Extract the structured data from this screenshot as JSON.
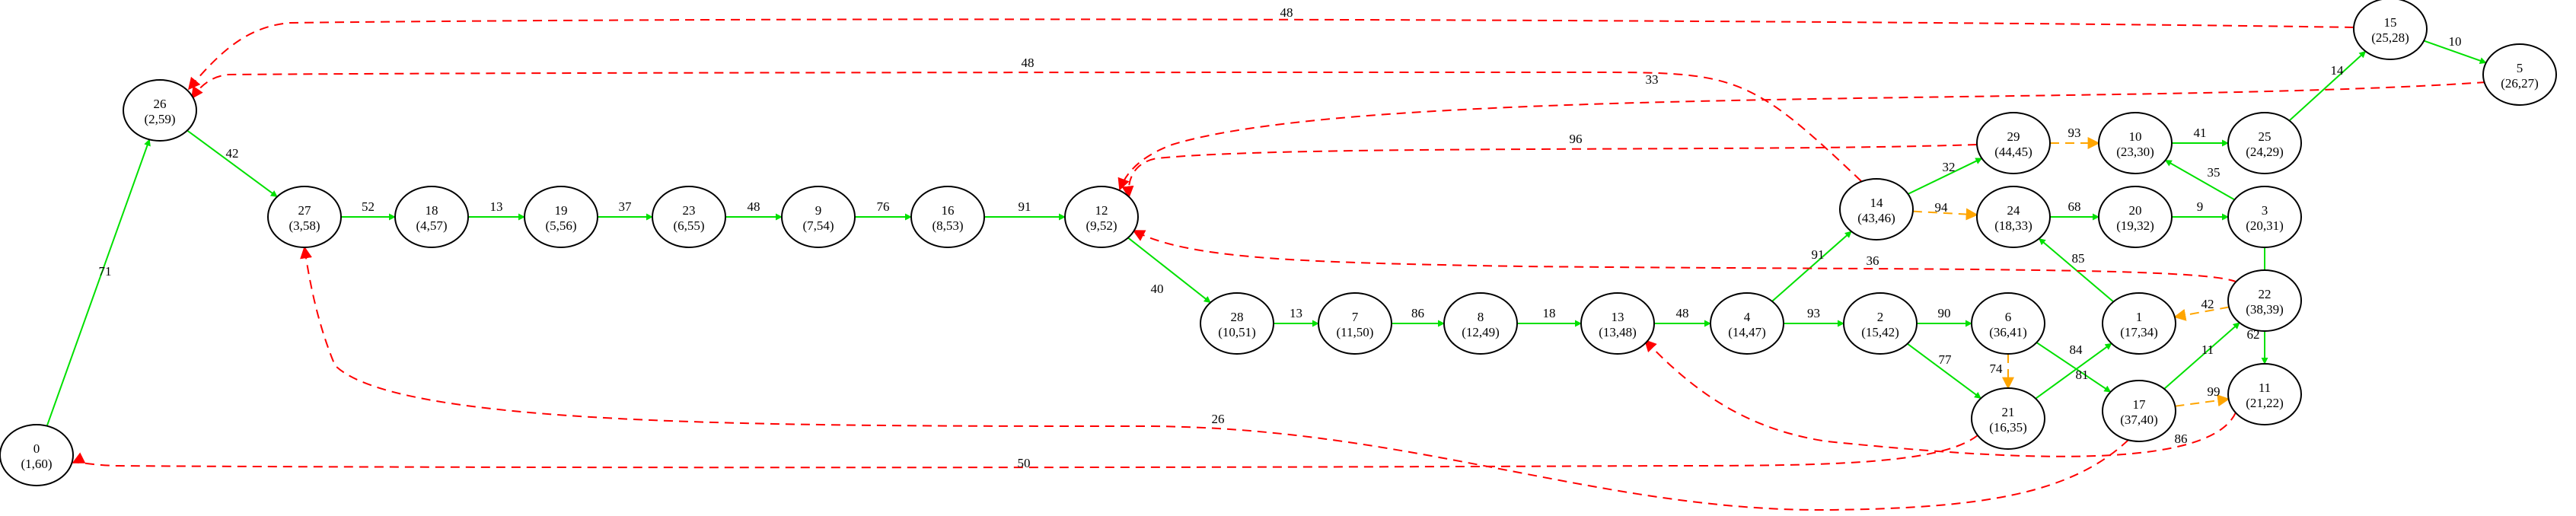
{
  "colors": {
    "forward": "#00e000",
    "back": "#ff0000",
    "cross": "#ffa500",
    "node_stroke": "#000000",
    "background": "#ffffff"
  },
  "nodes": [
    {
      "id": "0",
      "label": "0",
      "sub": "(1,60)"
    },
    {
      "id": "26",
      "label": "26",
      "sub": "(2,59)"
    },
    {
      "id": "27",
      "label": "27",
      "sub": "(3,58)"
    },
    {
      "id": "18",
      "label": "18",
      "sub": "(4,57)"
    },
    {
      "id": "19",
      "label": "19",
      "sub": "(5,56)"
    },
    {
      "id": "23",
      "label": "23",
      "sub": "(6,55)"
    },
    {
      "id": "9",
      "label": "9",
      "sub": "(7,54)"
    },
    {
      "id": "16",
      "label": "16",
      "sub": "(8,53)"
    },
    {
      "id": "12",
      "label": "12",
      "sub": "(9,52)"
    },
    {
      "id": "28",
      "label": "28",
      "sub": "(10,51)"
    },
    {
      "id": "7",
      "label": "7",
      "sub": "(11,50)"
    },
    {
      "id": "8",
      "label": "8",
      "sub": "(12,49)"
    },
    {
      "id": "13",
      "label": "13",
      "sub": "(13,48)"
    },
    {
      "id": "4",
      "label": "4",
      "sub": "(14,47)"
    },
    {
      "id": "14",
      "label": "14",
      "sub": "(43,46)"
    },
    {
      "id": "2",
      "label": "2",
      "sub": "(15,42)"
    },
    {
      "id": "29",
      "label": "29",
      "sub": "(44,45)"
    },
    {
      "id": "24",
      "label": "24",
      "sub": "(18,33)"
    },
    {
      "id": "6",
      "label": "6",
      "sub": "(36,41)"
    },
    {
      "id": "21",
      "label": "21",
      "sub": "(16,35)"
    },
    {
      "id": "10",
      "label": "10",
      "sub": "(23,30)"
    },
    {
      "id": "20",
      "label": "20",
      "sub": "(19,32)"
    },
    {
      "id": "1",
      "label": "1",
      "sub": "(17,34)"
    },
    {
      "id": "17",
      "label": "17",
      "sub": "(37,40)"
    },
    {
      "id": "25",
      "label": "25",
      "sub": "(24,29)"
    },
    {
      "id": "3",
      "label": "3",
      "sub": "(20,31)"
    },
    {
      "id": "22",
      "label": "22",
      "sub": "(38,39)"
    },
    {
      "id": "11",
      "label": "11",
      "sub": "(21,22)"
    },
    {
      "id": "15",
      "label": "15",
      "sub": "(25,28)"
    },
    {
      "id": "5",
      "label": "5",
      "sub": "(26,27)"
    }
  ],
  "edges": [
    {
      "from": "0",
      "to": "26",
      "weight": "71",
      "kind": "forward"
    },
    {
      "from": "26",
      "to": "27",
      "weight": "42",
      "kind": "forward"
    },
    {
      "from": "27",
      "to": "18",
      "weight": "52",
      "kind": "forward"
    },
    {
      "from": "18",
      "to": "19",
      "weight": "13",
      "kind": "forward"
    },
    {
      "from": "19",
      "to": "23",
      "weight": "37",
      "kind": "forward"
    },
    {
      "from": "23",
      "to": "9",
      "weight": "48",
      "kind": "forward"
    },
    {
      "from": "9",
      "to": "16",
      "weight": "76",
      "kind": "forward"
    },
    {
      "from": "16",
      "to": "12",
      "weight": "91",
      "kind": "forward"
    },
    {
      "from": "12",
      "to": "28",
      "weight": "40",
      "kind": "forward"
    },
    {
      "from": "28",
      "to": "7",
      "weight": "13",
      "kind": "forward"
    },
    {
      "from": "7",
      "to": "8",
      "weight": "86",
      "kind": "forward"
    },
    {
      "from": "8",
      "to": "13",
      "weight": "18",
      "kind": "forward"
    },
    {
      "from": "13",
      "to": "4",
      "weight": "48",
      "kind": "forward"
    },
    {
      "from": "4",
      "to": "14",
      "weight": "91",
      "kind": "forward"
    },
    {
      "from": "4",
      "to": "2",
      "weight": "93",
      "kind": "forward"
    },
    {
      "from": "14",
      "to": "29",
      "weight": "32",
      "kind": "forward"
    },
    {
      "from": "14",
      "to": "24",
      "weight": "94",
      "kind": "cross"
    },
    {
      "from": "29",
      "to": "10",
      "weight": "93",
      "kind": "cross"
    },
    {
      "from": "2",
      "to": "6",
      "weight": "90",
      "kind": "forward"
    },
    {
      "from": "2",
      "to": "21",
      "weight": "77",
      "kind": "forward"
    },
    {
      "from": "6",
      "to": "21",
      "weight": "74",
      "kind": "cross"
    },
    {
      "from": "6",
      "to": "17",
      "weight": "81",
      "kind": "forward"
    },
    {
      "from": "21",
      "to": "1",
      "weight": "84",
      "kind": "forward"
    },
    {
      "from": "1",
      "to": "24",
      "weight": "85",
      "kind": "forward"
    },
    {
      "from": "24",
      "to": "20",
      "weight": "68",
      "kind": "forward"
    },
    {
      "from": "20",
      "to": "3",
      "weight": "9",
      "kind": "forward"
    },
    {
      "from": "3",
      "to": "10",
      "weight": "35",
      "kind": "forward"
    },
    {
      "from": "10",
      "to": "25",
      "weight": "41",
      "kind": "forward"
    },
    {
      "from": "25",
      "to": "15",
      "weight": "14",
      "kind": "forward"
    },
    {
      "from": "15",
      "to": "5",
      "weight": "10",
      "kind": "forward"
    },
    {
      "from": "3",
      "to": "11",
      "weight": "62",
      "kind": "forward"
    },
    {
      "from": "17",
      "to": "22",
      "weight": "11",
      "kind": "forward"
    },
    {
      "from": "17",
      "to": "11",
      "weight": "99",
      "kind": "cross"
    },
    {
      "from": "22",
      "to": "1",
      "weight": "42",
      "kind": "cross"
    },
    {
      "from": "15",
      "to": "26",
      "weight": "48",
      "kind": "back"
    },
    {
      "from": "14",
      "to": "26",
      "weight": "48",
      "kind": "back"
    },
    {
      "from": "5",
      "to": "12",
      "weight": "33",
      "kind": "back"
    },
    {
      "from": "29",
      "to": "12",
      "weight": "96",
      "kind": "back"
    },
    {
      "from": "22",
      "to": "12",
      "weight": "36",
      "kind": "back"
    },
    {
      "from": "11",
      "to": "13",
      "weight": "86",
      "kind": "back"
    },
    {
      "from": "21",
      "to": "0",
      "weight": "50",
      "kind": "back"
    },
    {
      "from": "17",
      "to": "27",
      "weight": "26",
      "kind": "back"
    }
  ]
}
